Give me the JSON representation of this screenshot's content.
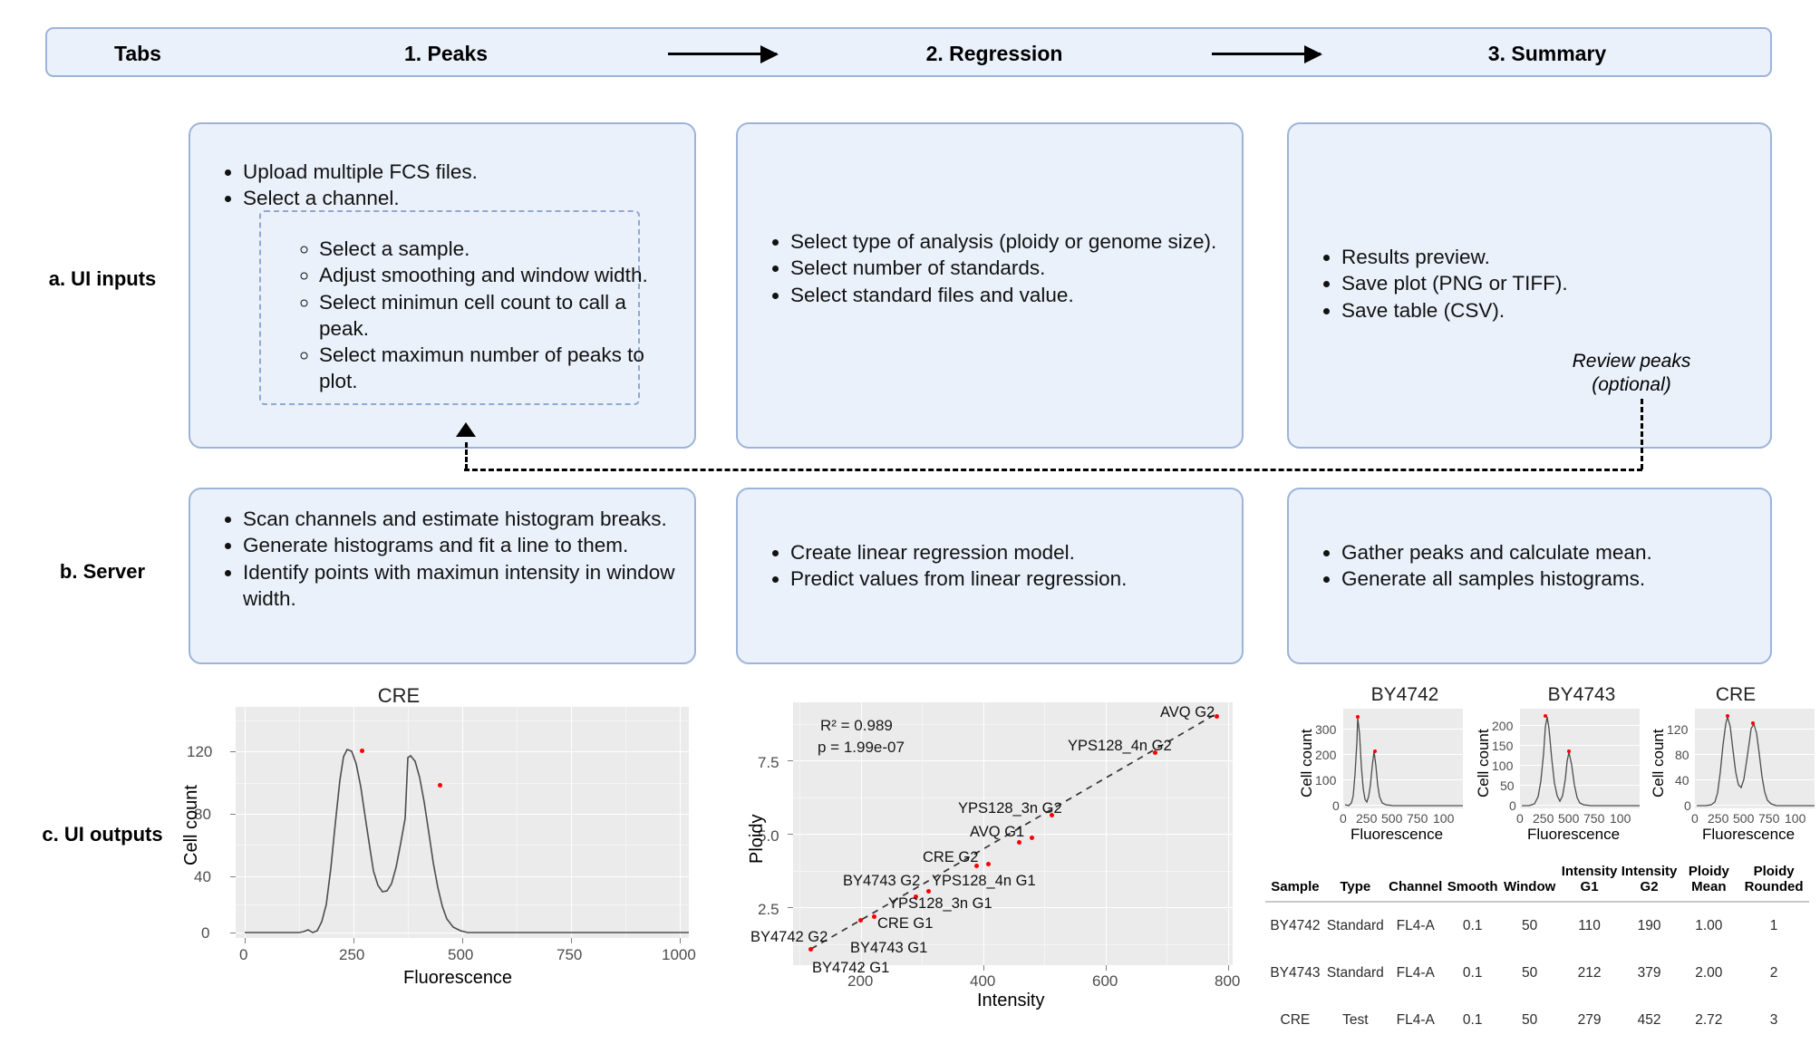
{
  "tabs_bar": {
    "row_label": "Tabs",
    "steps": [
      "1. Peaks",
      "2. Regression",
      "3. Summary"
    ]
  },
  "row_labels": {
    "a": "a. UI inputs",
    "b": "b. Server",
    "c": "c. UI outputs"
  },
  "ui_inputs": {
    "peaks": {
      "items": [
        "Upload multiple FCS files.",
        "Select a channel."
      ],
      "nested": [
        "Select a sample.",
        "Adjust smoothing and window width.",
        "Select minimun cell count to call a peak.",
        "Select maximun number of peaks to plot."
      ]
    },
    "regression": {
      "items": [
        "Select type of analysis (ploidy or genome size).",
        "Select number of standards.",
        "Select standard files and value."
      ]
    },
    "summary": {
      "items": [
        "Results preview.",
        "Save plot (PNG or TIFF).",
        "Save table (CSV)."
      ],
      "review_note": "Review peaks\n(optional)"
    }
  },
  "server": {
    "peaks": {
      "items": [
        "Scan channels and estimate histogram breaks.",
        "Generate histograms and fit a line to them.",
        "Identify points with maximun intensity in window width."
      ]
    },
    "regression": {
      "items": [
        "Create linear regression model.",
        "Predict values from linear regression."
      ]
    },
    "summary": {
      "items": [
        "Gather peaks and calculate mean.",
        "Generate all samples histograms."
      ]
    }
  },
  "chart_data": [
    {
      "id": "cre-histogram",
      "type": "line",
      "title": "CRE",
      "xlabel": "Fluorescence",
      "ylabel": "Cell count",
      "xlim": [
        0,
        1000
      ],
      "ylim": [
        0,
        130
      ],
      "xticks": [
        "0",
        "250",
        "500",
        "750",
        "1000"
      ],
      "xtick_values": [
        0,
        250,
        500,
        750,
        1000
      ],
      "yticks": [
        "0",
        "40",
        "80",
        "120"
      ],
      "ytick_values": [
        0,
        40,
        80,
        120
      ],
      "grid": true,
      "peaks": [
        {
          "x": 279,
          "y": 122
        },
        {
          "x": 452,
          "y": 100
        }
      ],
      "x": [
        0,
        20,
        40,
        60,
        80,
        100,
        120,
        140,
        160,
        175,
        190,
        200,
        210,
        220,
        230,
        240,
        250,
        260,
        270,
        279,
        290,
        300,
        310,
        325,
        340,
        355,
        370,
        385,
        400,
        415,
        430,
        440,
        452,
        465,
        478,
        490,
        505,
        520,
        535,
        550,
        570,
        600,
        640,
        700,
        760,
        820,
        900,
        1000
      ],
      "y": [
        1,
        1,
        1,
        1,
        1,
        1,
        1,
        1.2,
        1.5,
        1,
        2,
        6,
        16,
        36,
        64,
        92,
        111,
        119,
        122,
        122,
        119,
        110,
        95,
        72,
        50,
        34,
        25,
        22,
        23,
        30,
        48,
        72,
        100,
        97,
        82,
        64,
        41,
        22,
        11,
        5,
        2,
        1,
        1,
        1,
        1,
        1,
        1,
        1
      ]
    },
    {
      "id": "regression-scatter",
      "type": "scatter",
      "xlabel": "Intensity",
      "ylabel": "Ploidy",
      "xlim": [
        90,
        800
      ],
      "ylim": [
        0.6,
        9.0
      ],
      "xticks": [
        "200",
        "400",
        "600",
        "800"
      ],
      "xtick_values": [
        200,
        400,
        600,
        800
      ],
      "yticks": [
        "2.5",
        "5.0",
        "7.5"
      ],
      "ytick_values": [
        2.5,
        5.0,
        7.5
      ],
      "grid": true,
      "annotations": [
        "R² = 0.989",
        "p = 1.99e-07"
      ],
      "fit_line": {
        "style": "dashed",
        "from": [
          105,
          1.0
        ],
        "to": [
          785,
          8.55
        ]
      },
      "points": [
        {
          "label": "BY4742 G1",
          "x": 110,
          "y": 1.0
        },
        {
          "label": "BY4742 G2",
          "x": 190,
          "y": 2.0
        },
        {
          "label": "BY4743 G1",
          "x": 212,
          "y": 2.0
        },
        {
          "label": "CRE G1",
          "x": 279,
          "y": 2.72
        },
        {
          "label": "YPS128_3n G1",
          "x": 300,
          "y": 3.0
        },
        {
          "label": "BY4743 G2",
          "x": 379,
          "y": 4.0
        },
        {
          "label": "YPS128_4n G1",
          "x": 400,
          "y": 4.0
        },
        {
          "label": "CRE G2",
          "x": 452,
          "y": 5.44
        },
        {
          "label": "AVQ G1",
          "x": 470,
          "y": 5.0
        },
        {
          "label": "YPS128_3n G2",
          "x": 500,
          "y": 6.0
        },
        {
          "label": "YPS128_4n G2",
          "x": 670,
          "y": 8.0
        },
        {
          "label": "AVQ G2",
          "x": 770,
          "y": 8.4
        }
      ]
    },
    {
      "id": "mini-BY4742",
      "type": "line",
      "title": "BY4742",
      "xlabel": "Fluorescence",
      "ylabel": "Cell count",
      "xlim": [
        0,
        1000
      ],
      "ylim": [
        0,
        380
      ],
      "xticks": [
        "0",
        "250",
        "500",
        "750",
        "100"
      ],
      "yticks": [
        "0",
        "100",
        "200",
        "300"
      ],
      "ytick_values": [
        0,
        100,
        200,
        300
      ],
      "peaks": [
        {
          "x": 110,
          "y": 362
        },
        {
          "x": 190,
          "y": 160
        }
      ]
    },
    {
      "id": "mini-BY4743",
      "type": "line",
      "title": "BY4743",
      "xlabel": "Fluorescence",
      "ylabel": "Cell count",
      "xlim": [
        0,
        1000
      ],
      "ylim": [
        0,
        230
      ],
      "xticks": [
        "0",
        "250",
        "500",
        "750",
        "100"
      ],
      "yticks": [
        "0",
        "50",
        "100",
        "150",
        "200"
      ],
      "ytick_values": [
        0,
        50,
        100,
        150,
        200
      ],
      "peaks": [
        {
          "x": 212,
          "y": 218
        },
        {
          "x": 379,
          "y": 118
        }
      ]
    },
    {
      "id": "mini-CRE",
      "type": "line",
      "title": "CRE",
      "xlabel": "Fluorescence",
      "ylabel": "Cell count",
      "xlim": [
        0,
        1000
      ],
      "ylim": [
        0,
        130
      ],
      "xticks": [
        "0",
        "250",
        "500",
        "750",
        "100"
      ],
      "yticks": [
        "0",
        "40",
        "80",
        "120"
      ],
      "ytick_values": [
        0,
        40,
        80,
        120
      ],
      "peaks": [
        {
          "x": 279,
          "y": 122
        },
        {
          "x": 452,
          "y": 100
        }
      ]
    }
  ],
  "summary_table": {
    "columns": [
      "Sample",
      "Type",
      "Channel",
      "Smooth",
      "Window",
      "Intensity G1",
      "Intensity G2",
      "Ploidy Mean",
      "Ploidy Rounded"
    ],
    "columns_lines": [
      [
        "Sample"
      ],
      [
        "Type"
      ],
      [
        "Channel"
      ],
      [
        "Smooth"
      ],
      [
        "Window"
      ],
      [
        "Intensity",
        "G1"
      ],
      [
        "Intensity",
        "G2"
      ],
      [
        "Ploidy",
        "Mean"
      ],
      [
        "Ploidy",
        "Rounded"
      ]
    ],
    "rows": [
      [
        "BY4742",
        "Standard",
        "FL4-A",
        "0.1",
        "50",
        "110",
        "190",
        "1.00",
        "1"
      ],
      [
        "BY4743",
        "Standard",
        "FL4-A",
        "0.1",
        "50",
        "212",
        "379",
        "2.00",
        "2"
      ],
      [
        "CRE",
        "Test",
        "FL4-A",
        "0.1",
        "50",
        "279",
        "452",
        "2.72",
        "3"
      ]
    ]
  },
  "colors": {
    "box_fill": "#eaf1fb",
    "box_border": "#9db4d8",
    "panel": "#ebebeb",
    "peak_marker": "#ff0000",
    "curve": "#4d4d4d"
  }
}
